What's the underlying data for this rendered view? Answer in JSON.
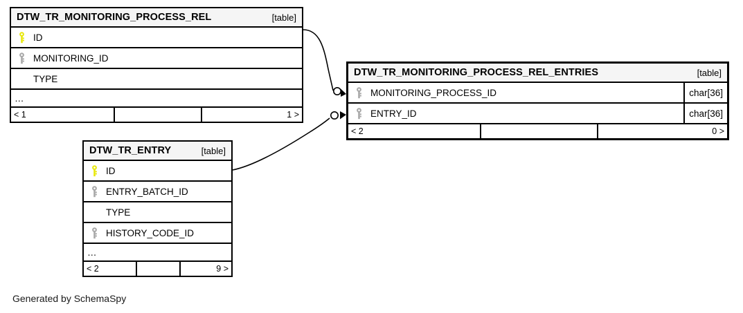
{
  "diagram": {
    "kind_label": "[table]",
    "ellipsis": "…",
    "caption": "Generated by SchemaSpy",
    "colors": {
      "primary_key": "#e8e80d",
      "foreign_key": "#a8a8a8",
      "header_bg": "#f5f5f5",
      "border": "#000000",
      "background": "#ffffff"
    }
  },
  "tables": [
    {
      "id": "dtw-tr-monitoring-process-rel",
      "name": "DTW_TR_MONITORING_PROCESS_REL",
      "kind": "[table]",
      "columns": [
        {
          "name": "ID",
          "key": "primary",
          "type": ""
        },
        {
          "name": "MONITORING_ID",
          "key": "foreign",
          "type": ""
        },
        {
          "name": "TYPE",
          "key": "none",
          "type": ""
        }
      ],
      "has_more": true,
      "footer": {
        "left": "< 1",
        "middle": "",
        "right": "1 >"
      }
    },
    {
      "id": "dtw-tr-monitoring-process-rel-entries",
      "name": "DTW_TR_MONITORING_PROCESS_REL_ENTRIES",
      "kind": "[table]",
      "columns": [
        {
          "name": "MONITORING_PROCESS_ID",
          "key": "foreign",
          "type": "char[36]"
        },
        {
          "name": "ENTRY_ID",
          "key": "foreign",
          "type": "char[36]"
        }
      ],
      "has_more": false,
      "footer": {
        "left": "< 2",
        "middle": "",
        "right": "0 >"
      }
    },
    {
      "id": "dtw-tr-entry",
      "name": "DTW_TR_ENTRY",
      "kind": "[table]",
      "columns": [
        {
          "name": "ID",
          "key": "primary",
          "type": ""
        },
        {
          "name": "ENTRY_BATCH_ID",
          "key": "foreign",
          "type": ""
        },
        {
          "name": "TYPE",
          "key": "none",
          "type": ""
        },
        {
          "name": "HISTORY_CODE_ID",
          "key": "foreign",
          "type": ""
        }
      ],
      "has_more": true,
      "footer": {
        "left": "< 2",
        "middle": "",
        "right": "9 >"
      }
    }
  ],
  "relationships": [
    {
      "id": "rel-monitoring-process-id",
      "from_table": "DTW_TR_MONITORING_PROCESS_REL",
      "from_column": "ID",
      "to_table": "DTW_TR_MONITORING_PROCESS_REL_ENTRIES",
      "to_column": "MONITORING_PROCESS_ID",
      "end_marker": "zero-or-more"
    },
    {
      "id": "rel-entry-id",
      "from_table": "DTW_TR_ENTRY",
      "from_column": "ID",
      "to_table": "DTW_TR_MONITORING_PROCESS_REL_ENTRIES",
      "to_column": "ENTRY_ID",
      "end_marker": "zero-or-more"
    }
  ]
}
